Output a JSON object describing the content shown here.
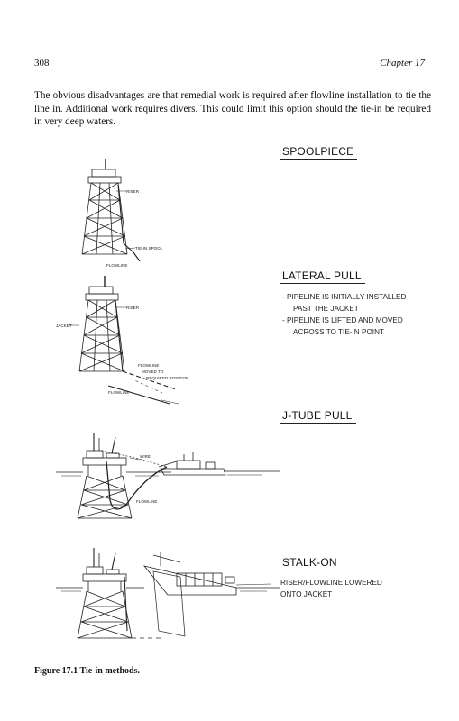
{
  "header": {
    "page_number": "308",
    "chapter": "Chapter 17"
  },
  "body": {
    "paragraph": "The obvious disadvantages are that remedial work is required after flowline installation to tie the line in. Additional work requires divers. This could limit this option should the tie-in be required in very deep waters."
  },
  "figure": {
    "caption": "Figure 17.1 Tie-in methods.",
    "methods": [
      {
        "title": "SPOOLPIECE",
        "notes": [],
        "diagram_labels": {
          "riser": "RISER",
          "spool": "TIE-IN SPOOL",
          "flowline": "FLOWLINE"
        }
      },
      {
        "title": "LATERAL PULL",
        "notes": [
          "- PIPELINE IS INITIALLY INSTALLED",
          "PAST THE JACKET",
          "- PIPELINE IS LIFTED AND MOVED",
          "ACROSS TO TIE-IN POINT"
        ],
        "diagram_labels": {
          "jacket": "JACKET",
          "riser": "RISER",
          "moved_1": "FLOWLINE",
          "moved_2": "MOVED TO",
          "moved_3": "REQUIRED POSITION",
          "flowline": "FLOWLINE"
        }
      },
      {
        "title": "J-TUBE PULL",
        "notes": [],
        "diagram_labels": {
          "wire": "WIRE",
          "flowline": "FLOWLINE"
        }
      },
      {
        "title": "STALK-ON",
        "notes": [
          "RISER/FLOWLINE LOWERED",
          "ONTO JACKET"
        ],
        "diagram_labels": {}
      }
    ]
  }
}
